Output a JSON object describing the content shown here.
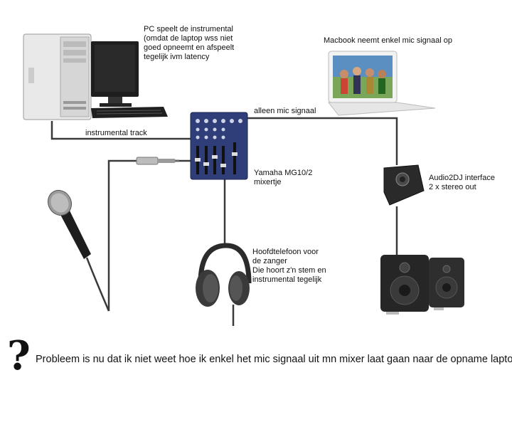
{
  "labels": {
    "pc": "PC speelt de instrumental\n(omdat de laptop wss niet\ngoed opneemt en afspeelt\ntegelijk ivm latency",
    "macbook": "Macbook neemt enkel mic signaal op",
    "mic_signal": "alleen mic signaal",
    "instrumental_track": "instrumental track",
    "mixer": "Yamaha MG10/2\nmixertje",
    "audio_interface": "Audio2DJ interface\n2 x stereo out",
    "headphones": "Hoofdtelefoon voor\nde zanger\nDie hoort z'n stem en\ninstrumental tegelijk"
  },
  "question_mark": "?",
  "problem": "Probleem is nu dat ik niet weet hoe ik enkel het mic signaal uit mn mixer laat gaan naar de opname laptop...",
  "colors": {
    "cable": "#3a3a3a",
    "mixer_body": "#2f3d78",
    "laptop_body": "#f2f2f2",
    "speaker_body": "#262626"
  }
}
